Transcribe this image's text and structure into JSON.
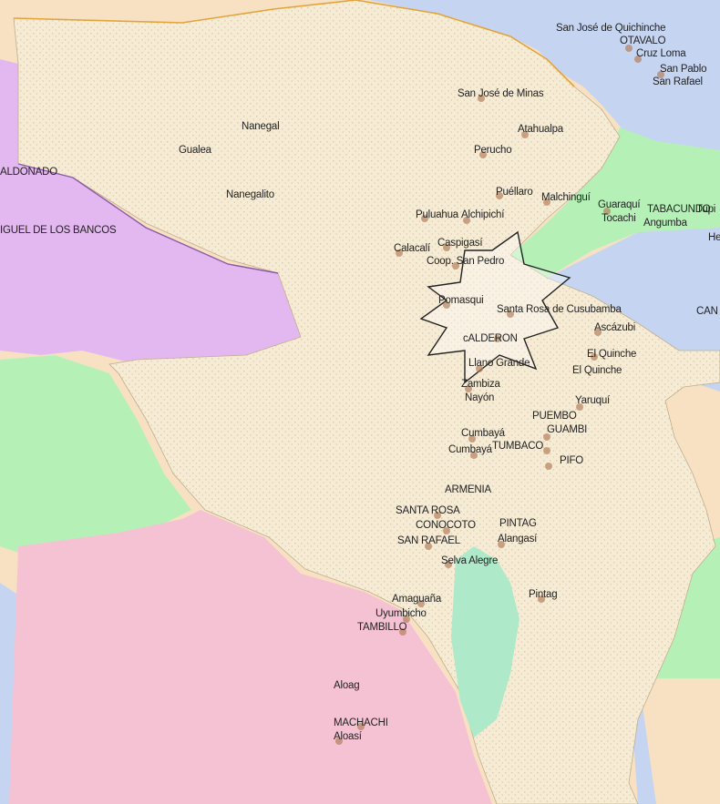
{
  "map": {
    "colors": {
      "canton": "#f6ecd6",
      "canton_texture": "#dcc8a3",
      "neighbor_blue": "#c5d4f1",
      "neighbor_purple": "#e3b8f0",
      "neighbor_green": "#b5f1b7",
      "neighbor_pink": "#f5c2d3",
      "neighbor_mint": "#aee9c9",
      "neighbor_peach": "#f7e1c2",
      "border_purple": "#8a5aa8",
      "border_orange": "#e2a43a",
      "marker_stroke": "#222222",
      "marker_fill": "#ffffff"
    },
    "marker": {
      "type": "starburst",
      "label": "cALDERON"
    },
    "places": [
      "San José de Quichinche",
      "OTAVALO",
      "Cruz Loma",
      "San Pablo",
      "San Rafael",
      "San José de Minas",
      "Nanegal",
      "Atahualpa",
      "Gualea",
      "Perucho",
      "ALDONADO",
      "Puéllaro",
      "Malchinguí",
      "Nanegalito",
      "Puluahua",
      "Alchipichí",
      "Guaraquí",
      "Tocachi",
      "TABACUNDO",
      "Tupi",
      "Angumba",
      "He",
      "IGUEL DE LOS BANCOS",
      "Calacalí",
      "Caspigasí",
      "Coop. San Pedro",
      "Pomasqui",
      "Santa Rosa de Cusubamba",
      "CAN",
      "Ascázubi",
      "cALDERON",
      "El Quinche",
      "Llano Grande",
      "El Quinche",
      "Zambiza",
      "Nayón",
      "Yaruquí",
      "PUEMBO",
      "GUAMBI",
      "Cumbayá",
      "Cumbayá",
      "TUMBACO",
      "PIFO",
      "ARMENIA",
      "SANTA ROSA",
      "CONOCOTO",
      "PINTAG",
      "SAN RAFAEL",
      "Alangasí",
      "Selva Alegre",
      "Pintag",
      "Amaguaña",
      "Uyumbicho",
      "TAMBILLO",
      "Aloag",
      "MACHACHI",
      "Aloasí"
    ]
  }
}
